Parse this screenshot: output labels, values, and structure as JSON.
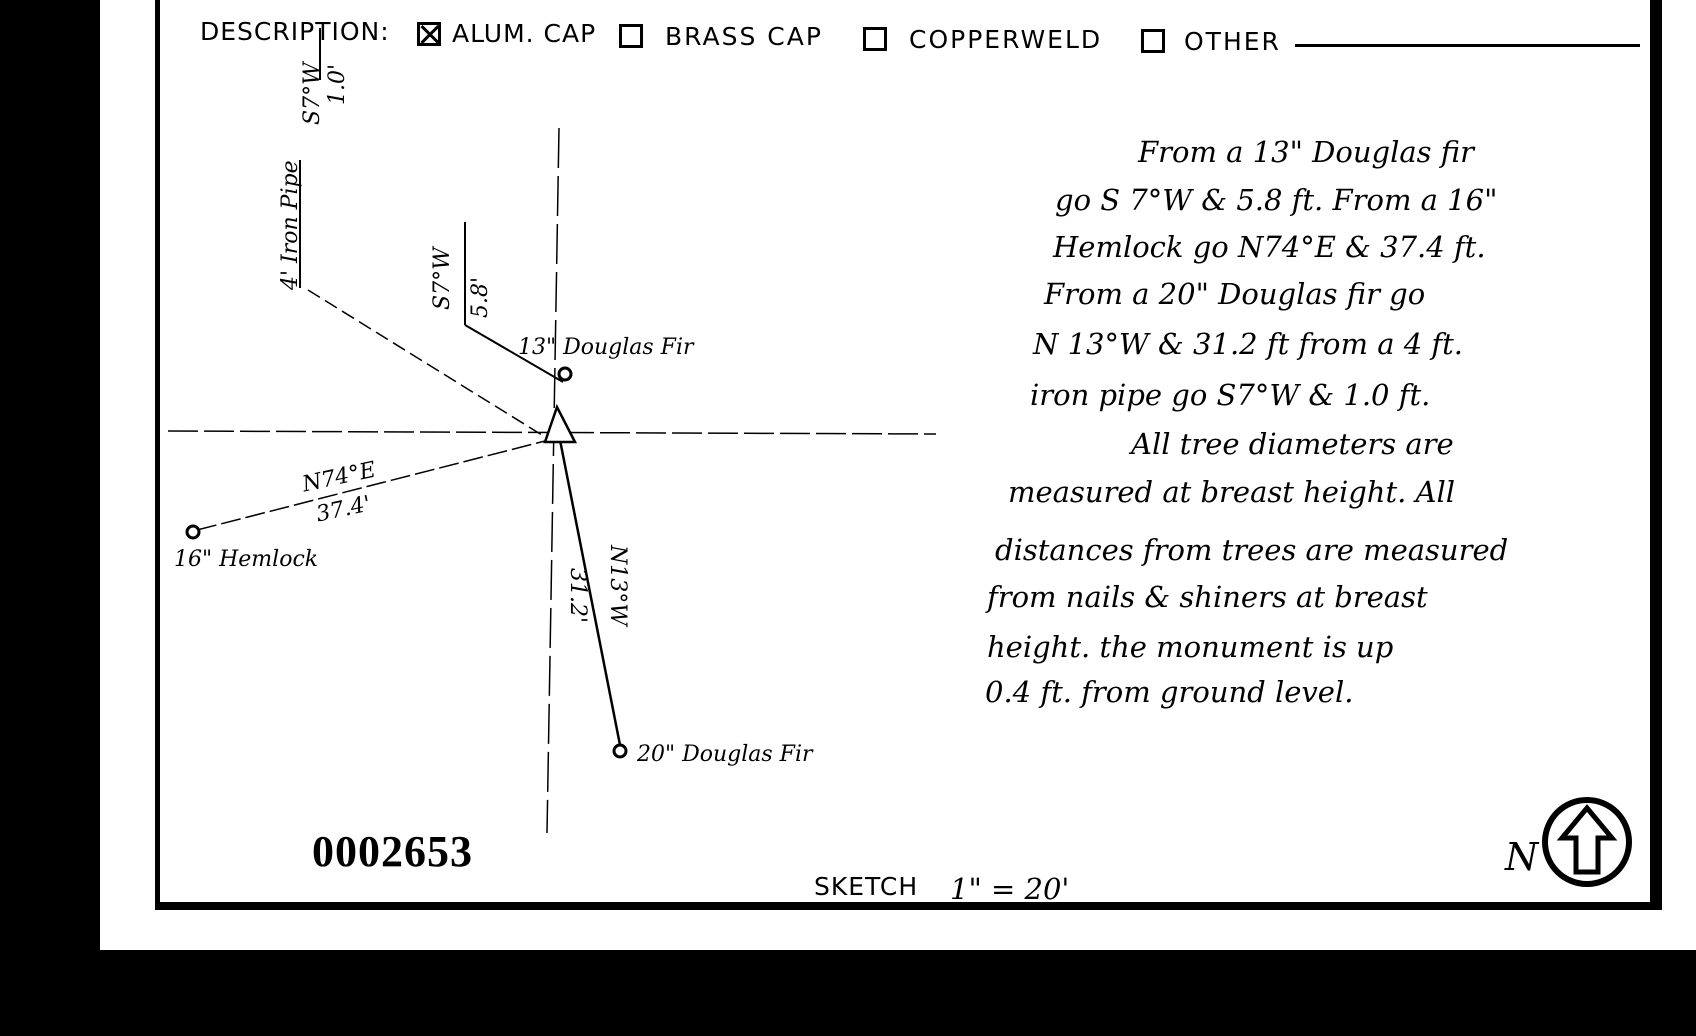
{
  "description": {
    "label": "DESCRIPTION:",
    "options": [
      {
        "label": "ALUM. CAP",
        "checked": true
      },
      {
        "label": "BRASS CAP",
        "checked": false
      },
      {
        "label": "COPPERWELD",
        "checked": false
      },
      {
        "label": "OTHER",
        "checked": false
      }
    ]
  },
  "sketch_labels": {
    "iron_pipe": "4' Iron Pipe",
    "iron_pipe_bearing": "S7°W",
    "iron_pipe_dist": "1.0'",
    "fir13_bearing": "S7°W",
    "fir13_dist": "5.8'",
    "fir13": "13\" Douglas Fir",
    "hemlock_bearing": "N74°E",
    "hemlock_dist": "37.4'",
    "hemlock": "16\" Hemlock",
    "fir20_bearing": "N13°W",
    "fir20_dist": "31.2'",
    "fir20": "20\" Douglas Fir"
  },
  "notes": [
    "From a 13\" Douglas fir",
    "go S 7°W & 5.8 ft. From a 16\"",
    "Hemlock go N74°E & 37.4 ft.",
    "From a 20\" Douglas fir go",
    "N 13°W & 31.2 ft from a 4 ft.",
    "iron pipe go S7°W & 1.0 ft.",
    "All tree diameters are",
    "measured at breast height. All",
    "distances from trees are measured",
    "from nails & shiners at breast",
    "height. the monument is up",
    "0.4 ft. from ground level."
  ],
  "document_number": "0002653",
  "sketch_scale": {
    "label": "SKETCH",
    "value": "1\" = 20'"
  },
  "north": {
    "label": "N",
    "icon": "north-arrow-icon"
  }
}
